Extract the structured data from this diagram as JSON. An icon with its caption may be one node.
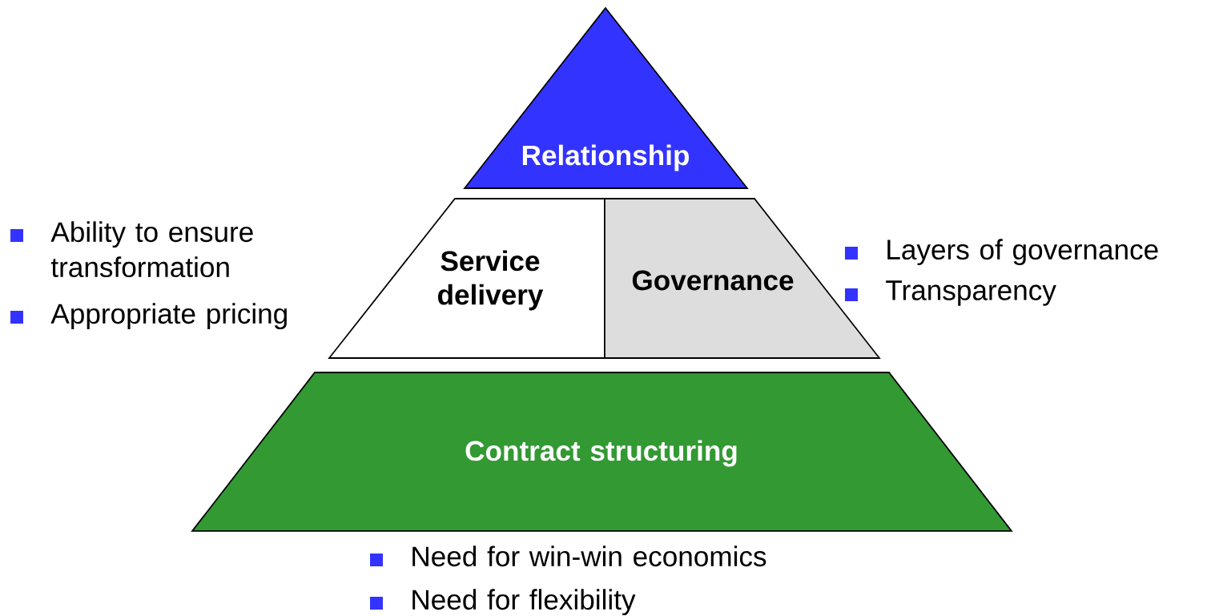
{
  "diagram": {
    "nodes": [
      {
        "text": [
          "Relationship"
        ]
      },
      {
        "text": [
          "Service delivery"
        ],
        "beside": [
          "Ability to ensure transformation",
          "Appropriate pricing"
        ]
      },
      {
        "text": [
          "Governance"
        ],
        "beside": [
          "Layers of governance",
          "Transparency"
        ]
      },
      {
        "text": [
          "Contract structuring"
        ],
        "beside": [
          "Need for win-win economics",
          "Need for flexibility"
        ]
      }
    ],
    "edges": []
  }
}
